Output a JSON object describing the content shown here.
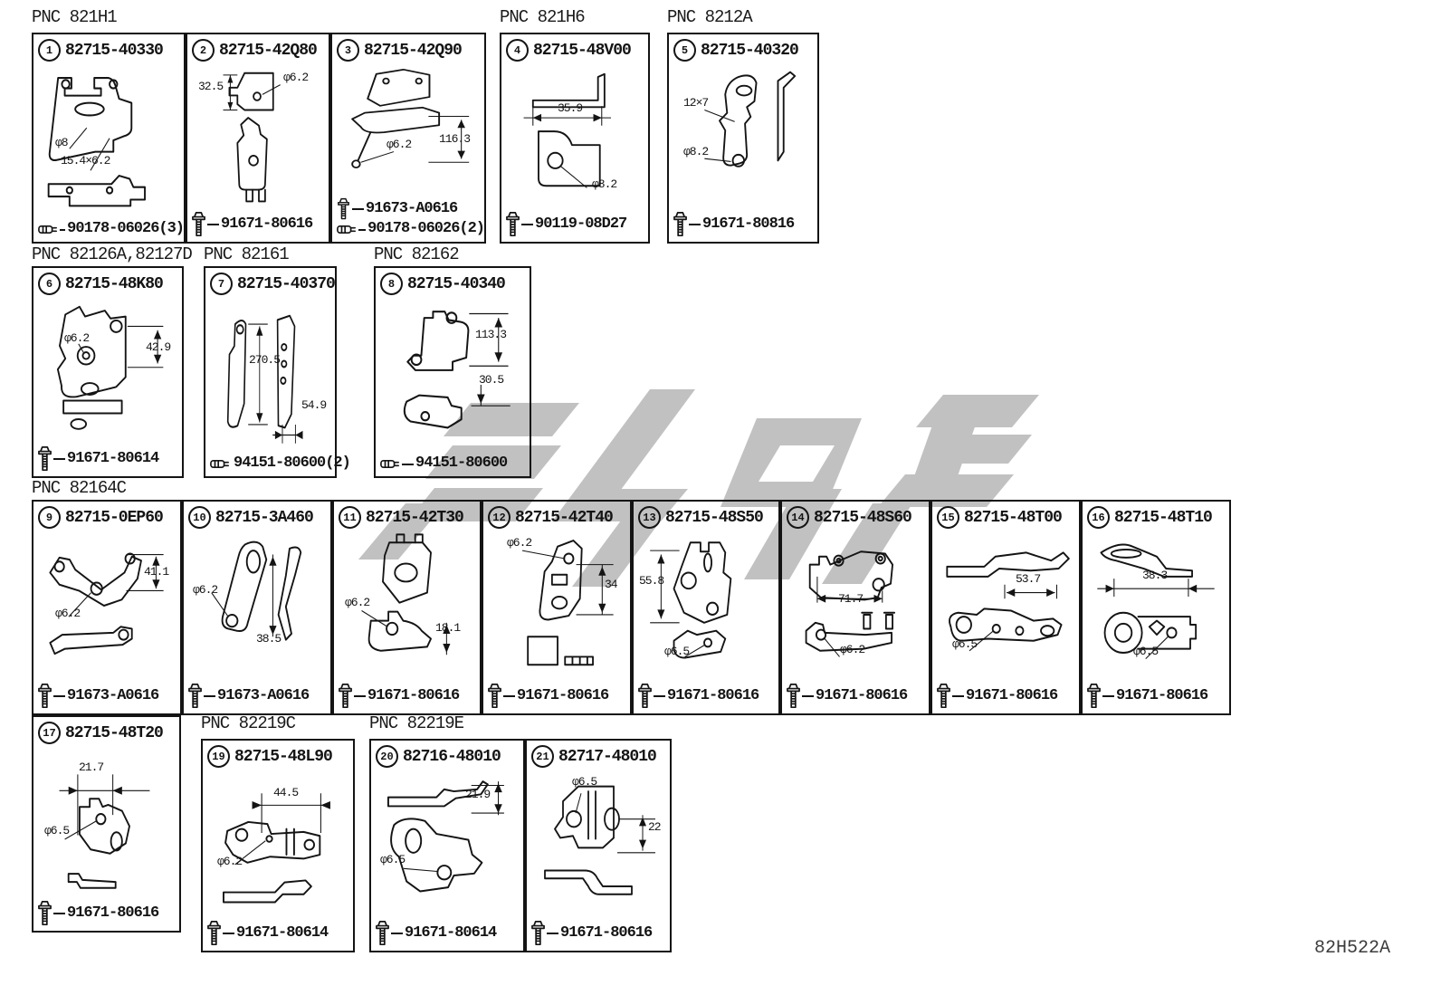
{
  "page": {
    "diagram_code": "82H522A",
    "watermark_color": "#c1c1c1",
    "line_color": "#141414"
  },
  "pnc_labels": {
    "p1": "PNC 821H1",
    "p2": "PNC 821H6",
    "p3": "PNC 8212A",
    "p4": "PNC 82126A,82127D",
    "p5": "PNC 82161",
    "p6": "PNC 82162",
    "p7": "PNC 82164C",
    "p8": "PNC 82219C",
    "p9": "PNC 82219E"
  },
  "cells": {
    "c1": {
      "num": "1",
      "part": "82715-40330",
      "dims": {
        "d1": "φ8",
        "d2": "15.4×6.2"
      },
      "fasteners": {
        "f1": {
          "icon": "clip-nut-icon",
          "number": "90178-06026(3)"
        }
      }
    },
    "c2": {
      "num": "2",
      "part": "82715-42Q80",
      "dims": {
        "d1": "32.5",
        "d2": "φ6.2"
      },
      "fasteners": {
        "f1": {
          "icon": "flange-bolt-icon",
          "number": "91671-80616"
        }
      }
    },
    "c3": {
      "num": "3",
      "part": "82715-42Q90",
      "dims": {
        "d1": "φ6.2",
        "d2": "116.3"
      },
      "fasteners": {
        "f1": {
          "icon": "flange-bolt-icon",
          "number": "91673-A0616"
        },
        "f2": {
          "icon": "clip-nut-icon",
          "number": "90178-06026(2)"
        }
      }
    },
    "c4": {
      "num": "4",
      "part": "82715-48V00",
      "dims": {
        "d1": "35.9",
        "d2": "φ8.2"
      },
      "fasteners": {
        "f1": {
          "icon": "flange-bolt-icon",
          "number": "90119-08D27"
        }
      }
    },
    "c5": {
      "num": "5",
      "part": "82715-40320",
      "dims": {
        "d1": "12×7",
        "d2": "φ8.2"
      },
      "fasteners": {
        "f1": {
          "icon": "flange-bolt-icon",
          "number": "91671-80816"
        }
      }
    },
    "c6": {
      "num": "6",
      "part": "82715-48K80",
      "dims": {
        "d1": "φ6.2",
        "d2": "42.9"
      },
      "fasteners": {
        "f1": {
          "icon": "flange-bolt-icon",
          "number": "91671-80614"
        }
      }
    },
    "c7": {
      "num": "7",
      "part": "82715-40370",
      "dims": {
        "d1": "270.5",
        "d2": "54.9"
      },
      "fasteners": {
        "f1": {
          "icon": "clip-nut-icon",
          "number": "94151-80600(2)"
        }
      }
    },
    "c8": {
      "num": "8",
      "part": "82715-40340",
      "dims": {
        "d1": "113.3",
        "d2": "30.5"
      },
      "fasteners": {
        "f1": {
          "icon": "clip-nut-icon",
          "number": "94151-80600"
        }
      }
    },
    "c9": {
      "num": "9",
      "part": "82715-0EP60",
      "dims": {
        "d1": "41.1",
        "d2": "φ6.2"
      },
      "fasteners": {
        "f1": {
          "icon": "flange-bolt-icon",
          "number": "91673-A0616"
        }
      }
    },
    "c10": {
      "num": "10",
      "part": "82715-3A460",
      "dims": {
        "d1": "φ6.2",
        "d2": "38.5"
      },
      "fasteners": {
        "f1": {
          "icon": "flange-bolt-icon",
          "number": "91673-A0616"
        }
      }
    },
    "c11": {
      "num": "11",
      "part": "82715-42T30",
      "dims": {
        "d1": "φ6.2",
        "d2": "18.1"
      },
      "fasteners": {
        "f1": {
          "icon": "flange-bolt-icon",
          "number": "91671-80616"
        }
      }
    },
    "c12": {
      "num": "12",
      "part": "82715-42T40",
      "dims": {
        "d1": "φ6.2",
        "d2": "34"
      },
      "fasteners": {
        "f1": {
          "icon": "flange-bolt-icon",
          "number": "91671-80616"
        }
      }
    },
    "c13": {
      "num": "13",
      "part": "82715-48S50",
      "dims": {
        "d1": "55.8",
        "d2": "φ6.5"
      },
      "fasteners": {
        "f1": {
          "icon": "flange-bolt-icon",
          "number": "91671-80616"
        }
      }
    },
    "c14": {
      "num": "14",
      "part": "82715-48S60",
      "dims": {
        "d1": "71.7",
        "d2": "φ6.2"
      },
      "fasteners": {
        "f1": {
          "icon": "flange-bolt-icon",
          "number": "91671-80616"
        }
      }
    },
    "c15": {
      "num": "15",
      "part": "82715-48T00",
      "dims": {
        "d1": "53.7",
        "d2": "φ6.5"
      },
      "fasteners": {
        "f1": {
          "icon": "flange-bolt-icon",
          "number": "91671-80616"
        }
      }
    },
    "c16": {
      "num": "16",
      "part": "82715-48T10",
      "dims": {
        "d1": "38.3",
        "d2": "φ6.5"
      },
      "fasteners": {
        "f1": {
          "icon": "flange-bolt-icon",
          "number": "91671-80616"
        }
      }
    },
    "c17": {
      "num": "17",
      "part": "82715-48T20",
      "dims": {
        "d1": "21.7",
        "d2": "φ6.5"
      },
      "fasteners": {
        "f1": {
          "icon": "flange-bolt-icon",
          "number": "91671-80616"
        }
      }
    },
    "c19": {
      "num": "19",
      "part": "82715-48L90",
      "dims": {
        "d1": "44.5",
        "d2": "φ6.2"
      },
      "fasteners": {
        "f1": {
          "icon": "flange-bolt-icon",
          "number": "91671-80614"
        }
      }
    },
    "c20": {
      "num": "20",
      "part": "82716-48010",
      "dims": {
        "d1": "21.9",
        "d2": "φ6.5"
      },
      "fasteners": {
        "f1": {
          "icon": "flange-bolt-icon",
          "number": "91671-80614"
        }
      }
    },
    "c21": {
      "num": "21",
      "part": "82717-48010",
      "dims": {
        "d1": "φ6.5",
        "d2": "22"
      },
      "fasteners": {
        "f1": {
          "icon": "flange-bolt-icon",
          "number": "91671-80616"
        }
      }
    }
  }
}
